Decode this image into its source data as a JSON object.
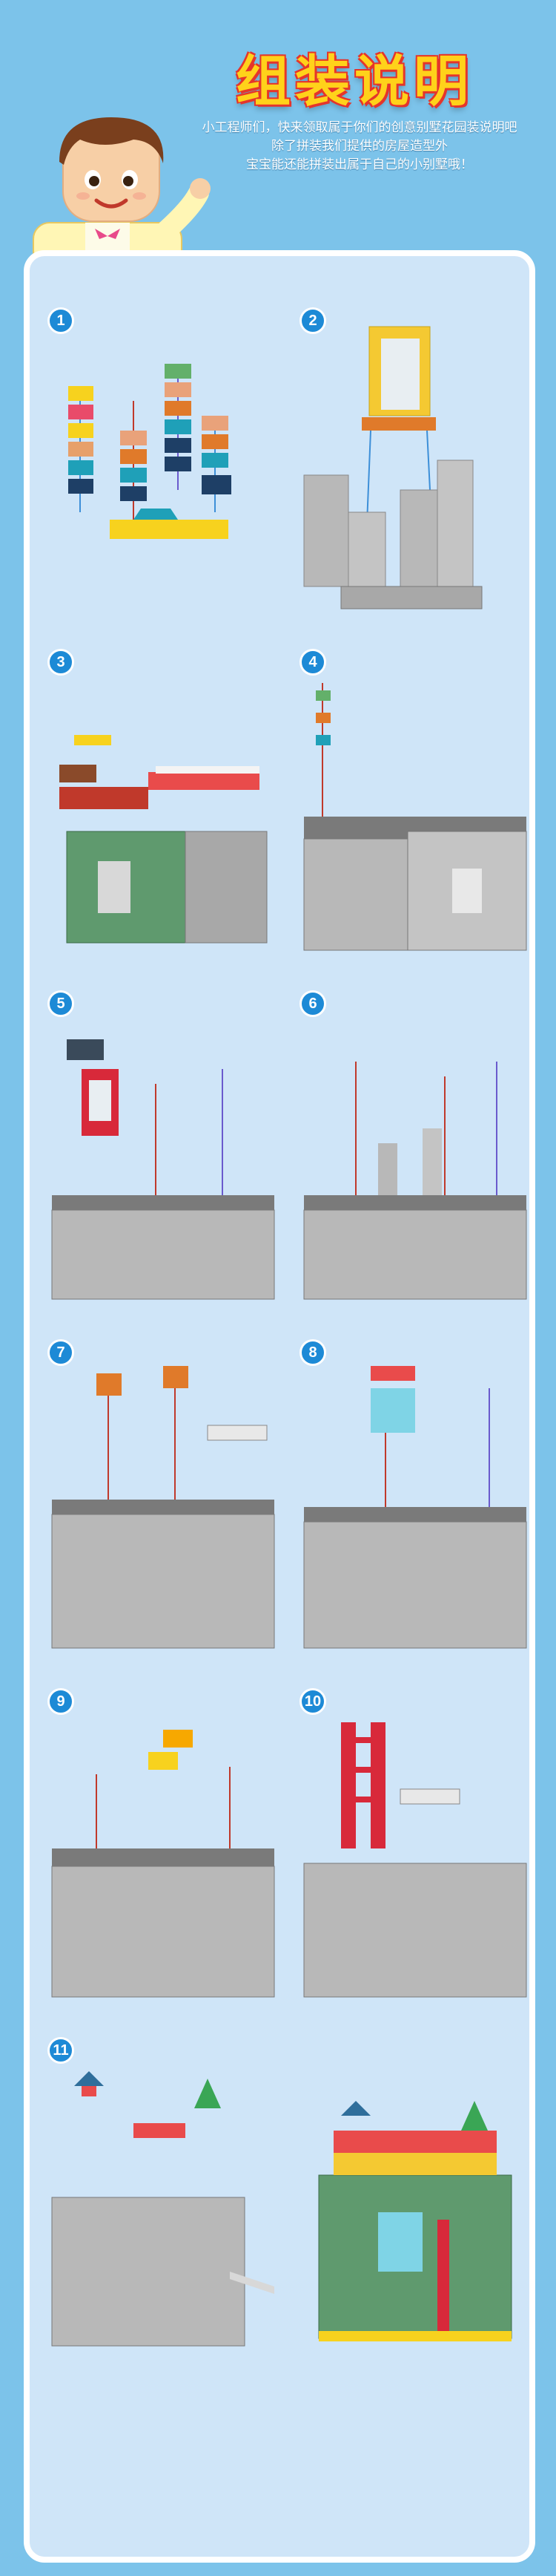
{
  "header": {
    "title": "组装说明",
    "intro_lines": [
      "小工程师们，快来领取属于你们的创意别墅花园装说明吧",
      "除了拼装我们提供的房屋造型外",
      "宝宝能还能拼装出属于自己的小别墅哦！"
    ]
  },
  "steps": [
    {
      "number": "1"
    },
    {
      "number": "2"
    },
    {
      "number": "3"
    },
    {
      "number": "4"
    },
    {
      "number": "5"
    },
    {
      "number": "6"
    },
    {
      "number": "7"
    },
    {
      "number": "8"
    },
    {
      "number": "9"
    },
    {
      "number": "10"
    },
    {
      "number": "11"
    },
    {
      "number": ""
    }
  ],
  "colors": {
    "background": "#7cc3ea",
    "panel": "#cfe5f8",
    "badge": "#1d8ad6",
    "title": "#ffd21a",
    "title_outline": "#e5352b"
  }
}
